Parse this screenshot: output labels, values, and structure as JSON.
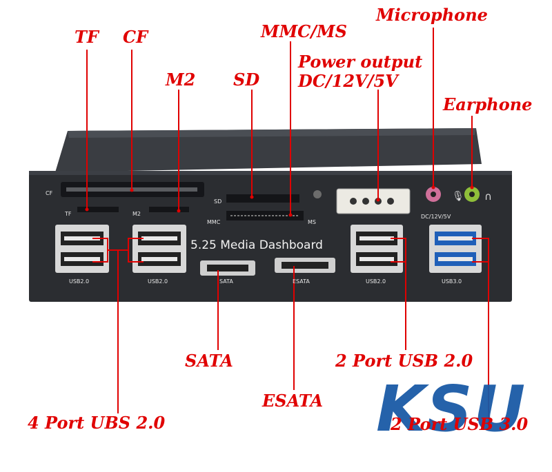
{
  "labels": {
    "tf": "TF",
    "cf": "CF",
    "m2": "M2",
    "sd": "SD",
    "mmc_ms": "MMC/MS",
    "power_line1": "Power output",
    "power_line2": "DC/12V/5V",
    "microphone": "Microphone",
    "earphone": "Earphone",
    "sata": "SATA",
    "esata": "ESATA",
    "usb2_right": "2 Port USB 2.0",
    "usb3": "2 Port USB 3.0",
    "usb2_left": "4 Port UBS 2.0"
  },
  "panel": {
    "title": "5.25 Media Dashboard",
    "cf": "CF",
    "tf": "TF",
    "m2": "M2",
    "sd": "SD",
    "mmc": "MMC",
    "ms": "MS",
    "dc": "DC/12V/5V",
    "usb2_a": "USB2.0",
    "usb2_b": "USB2.0",
    "sata": "SATA",
    "esata": "ESATA",
    "usb2_c": "USB2.0",
    "usb3": "USB3.0"
  },
  "logo": {
    "text": "KSU",
    "color": "#1a5aa6"
  },
  "colors": {
    "callout": "#e00000",
    "panel": "#2b2d31",
    "usb3_blue": "#3a86d8",
    "mic_pink": "#d0709a",
    "ear_green": "#8fbf3a"
  }
}
